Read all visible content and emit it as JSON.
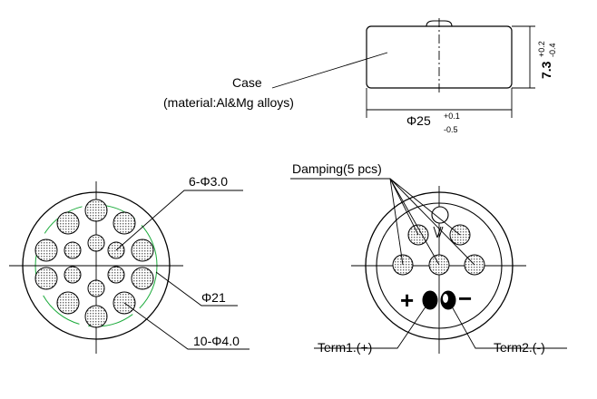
{
  "side_view": {
    "case_label": "Case",
    "material_label": "(material:Al&Mg alloys)",
    "diameter_symbol": "Φ25",
    "diameter_tol_upper": "+0.1",
    "diameter_tol_lower": "-0.5",
    "height_value": "7.3",
    "height_tol_upper": "+0.2",
    "height_tol_lower": "-0.4"
  },
  "front_view": {
    "small_hole_label": "6-Φ3.0",
    "inner_circle_label": "Φ21",
    "large_hole_label": "10-Φ4.0"
  },
  "back_view": {
    "damping_label": "Damping(5 pcs)",
    "plus_symbol": "+",
    "minus_symbol": "−",
    "term1_label": "Term1.(+)",
    "term2_label": "Term2.(-)"
  },
  "colors": {
    "line": "#000000",
    "reference_circle": "#1aaa3a",
    "mesh": "#606060"
  }
}
